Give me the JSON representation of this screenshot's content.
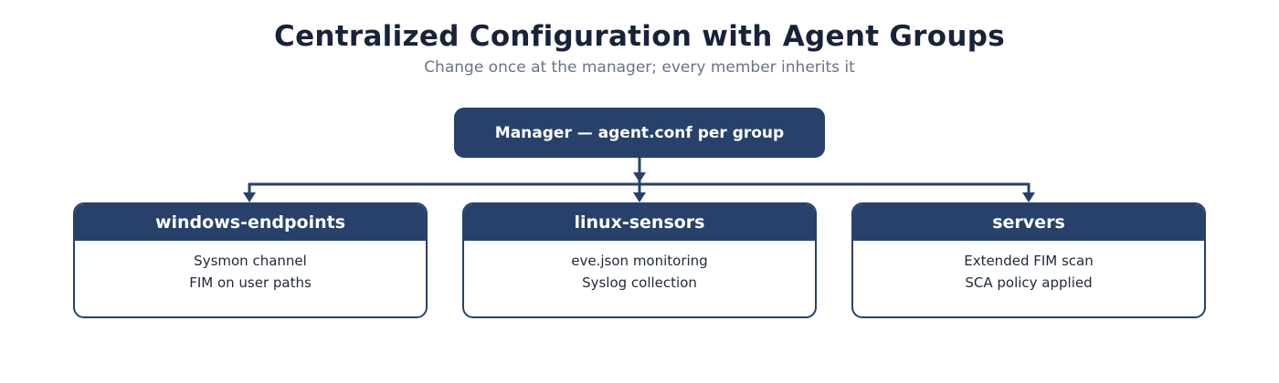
{
  "title": "Centralized Configuration with Agent Groups",
  "subtitle": "Change once at the manager; every member inherits it",
  "manager": {
    "label": "Manager — agent.conf per group"
  },
  "groups": [
    {
      "name": "windows-endpoints",
      "items": [
        "Sysmon channel",
        "FIM on user paths"
      ]
    },
    {
      "name": "linux-sensors",
      "items": [
        "eve.json monitoring",
        "Syslog collection"
      ]
    },
    {
      "name": "servers",
      "items": [
        "Extended FIM scan",
        "SCA policy applied"
      ]
    }
  ],
  "colors": {
    "node_fill": "#27416a",
    "title_text": "#18233a",
    "subtitle_text": "#697386",
    "body_text": "#1f2937"
  }
}
